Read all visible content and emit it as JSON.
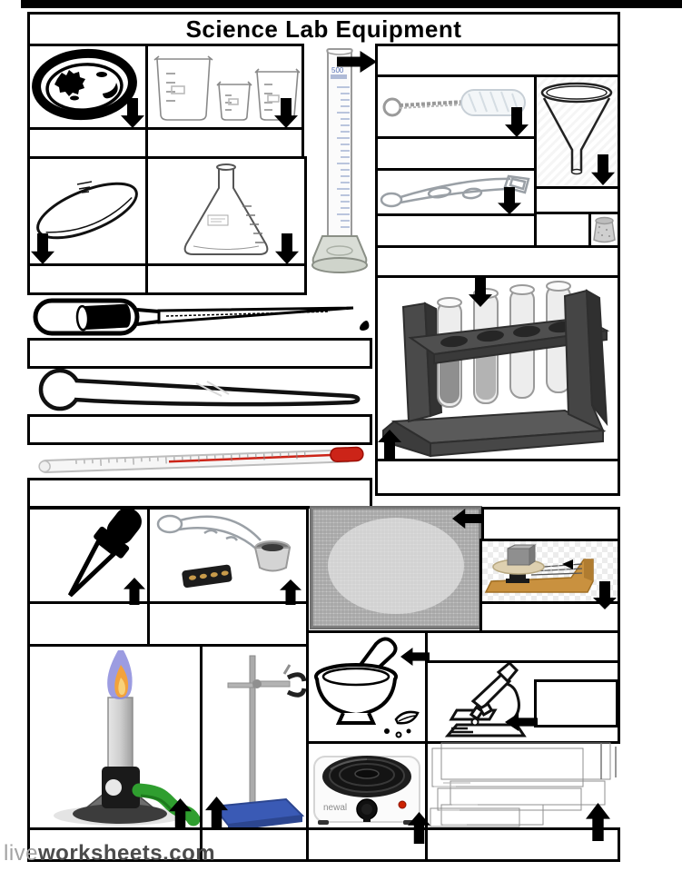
{
  "title": "Science Lab Equipment",
  "footer": {
    "brand_light": "live",
    "brand_bold": "worksheets.com"
  },
  "labels": {
    "hotplate_brand": "newal",
    "cylinder_scale": "500"
  },
  "colors": {
    "border": "#000000",
    "flame_blue": "#8b8bdc",
    "flame_orange": "#f2a23c",
    "hose_green": "#2f9e2f",
    "stand_base_blue": "#3a5ab5",
    "balance_tan": "#c9913f",
    "thermometer_red": "#cc2418",
    "hotplate_light_red": "#cc2200",
    "rack_gray": "#4a4a4a"
  },
  "equipment": [
    {
      "id": "petri-dish-icon"
    },
    {
      "id": "beakers-icon"
    },
    {
      "id": "graduated-cylinder-icon"
    },
    {
      "id": "test-tube-brush-icon"
    },
    {
      "id": "funnel-icon"
    },
    {
      "id": "test-tube-clamp-icon"
    },
    {
      "id": "rubber-stopper-icon"
    },
    {
      "id": "watch-glass-icon"
    },
    {
      "id": "erlenmeyer-flask-icon"
    },
    {
      "id": "transfer-pipette-icon"
    },
    {
      "id": "pipette-outline-icon"
    },
    {
      "id": "thermometer-icon"
    },
    {
      "id": "test-tube-rack-icon"
    },
    {
      "id": "eye-dropper-icon"
    },
    {
      "id": "crucible-tongs-icon"
    },
    {
      "id": "wire-gauze-icon"
    },
    {
      "id": "triple-beam-balance-icon"
    },
    {
      "id": "bunsen-burner-icon"
    },
    {
      "id": "ring-stand-icon"
    },
    {
      "id": "mortar-and-pestle-icon"
    },
    {
      "id": "microscope-icon"
    },
    {
      "id": "hot-plate-icon"
    }
  ],
  "answer_boxes": [
    {
      "id": "top-right",
      "value": ""
    },
    {
      "id": "petri-dish",
      "value": ""
    },
    {
      "id": "beakers",
      "value": ""
    },
    {
      "id": "test-tube-brush",
      "value": ""
    },
    {
      "id": "funnel",
      "value": ""
    },
    {
      "id": "test-tube-clamp",
      "value": ""
    },
    {
      "id": "small-extra",
      "value": ""
    },
    {
      "id": "wide-right",
      "value": ""
    },
    {
      "id": "watch-glass",
      "value": ""
    },
    {
      "id": "erlenmeyer-flask",
      "value": ""
    },
    {
      "id": "transfer-pipette",
      "value": ""
    },
    {
      "id": "pipette-outline",
      "value": ""
    },
    {
      "id": "thermometer",
      "value": ""
    },
    {
      "id": "test-tube-rack",
      "value": ""
    },
    {
      "id": "wire-gauze",
      "value": ""
    },
    {
      "id": "triple-beam-balance",
      "value": ""
    },
    {
      "id": "eye-dropper",
      "value": ""
    },
    {
      "id": "crucible-tongs",
      "value": ""
    },
    {
      "id": "mortar-and-pestle",
      "value": ""
    },
    {
      "id": "microscope",
      "value": ""
    },
    {
      "id": "bunsen-burner",
      "value": ""
    },
    {
      "id": "ring-stand",
      "value": ""
    },
    {
      "id": "hot-plate",
      "value": ""
    },
    {
      "id": "bottom-right",
      "value": ""
    }
  ]
}
